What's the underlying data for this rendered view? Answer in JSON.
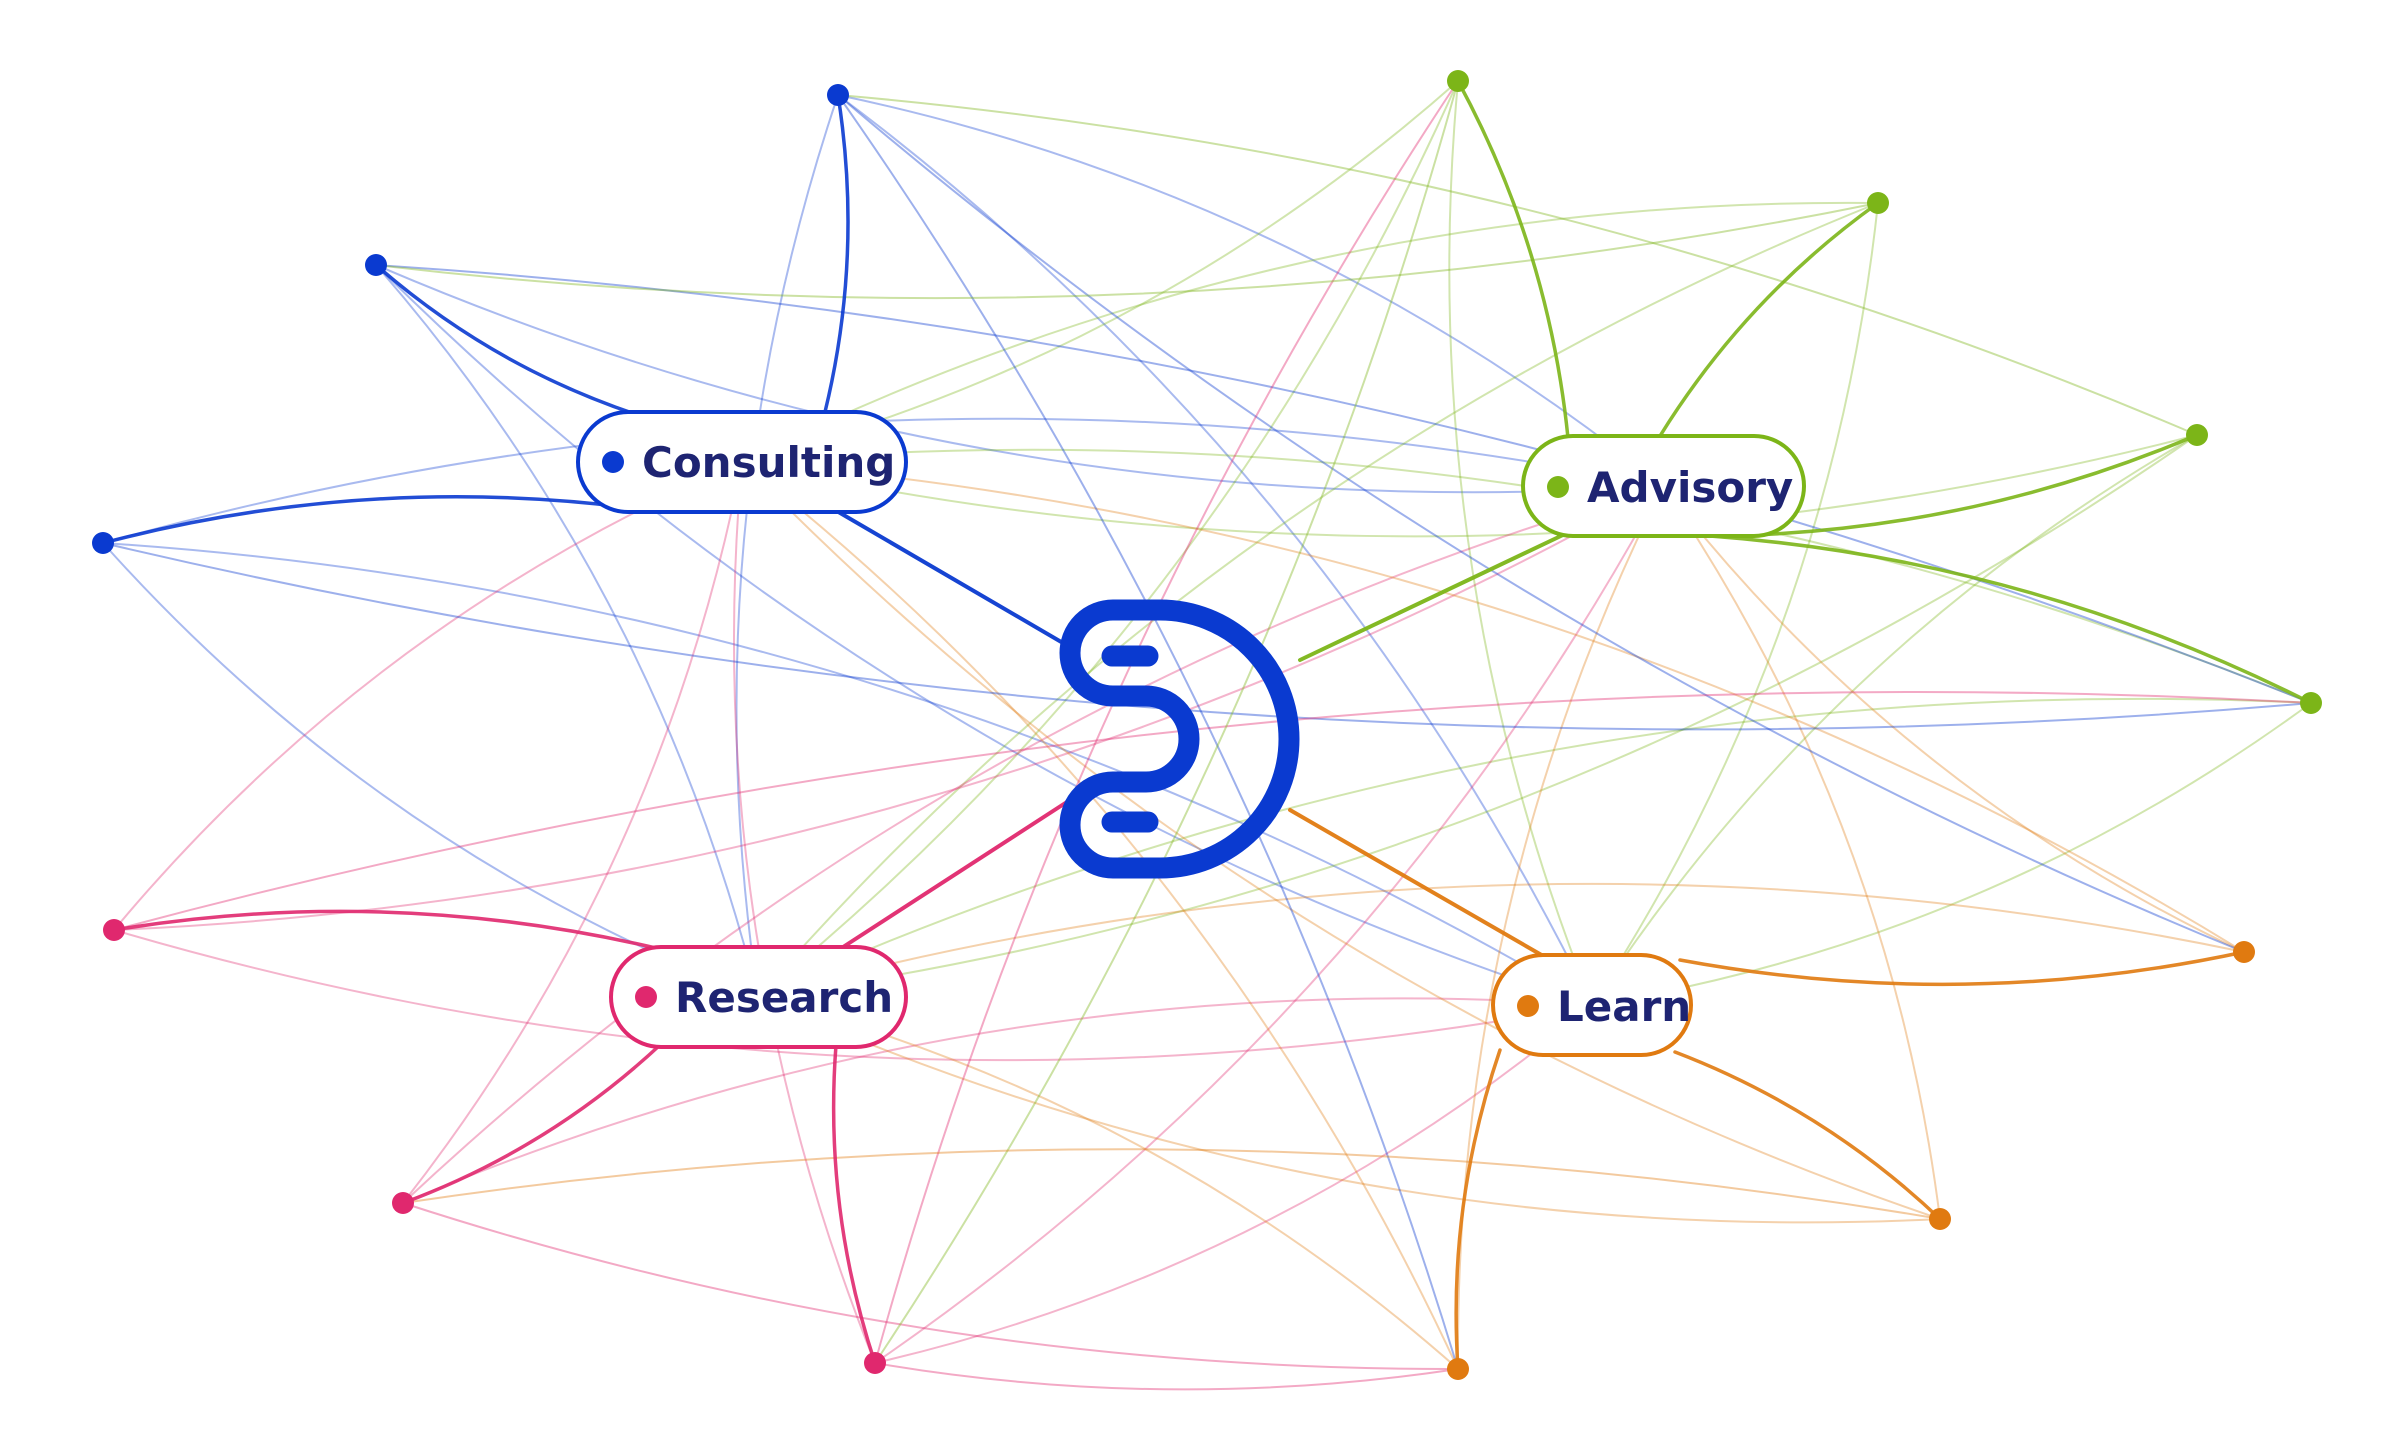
{
  "colors": {
    "consulting": "#0a3ad0",
    "advisory": "#7cb518",
    "research": "#e0286e",
    "learn": "#e07a10",
    "label_text": "#1e2472",
    "logo": "#0a3ad0"
  },
  "center_logo": {
    "name": "brand-logo",
    "glyph": "B"
  },
  "categories": [
    {
      "id": "consulting",
      "label": "Consulting",
      "color": "#0a3ad0"
    },
    {
      "id": "advisory",
      "label": "Advisory",
      "color": "#7cb518"
    },
    {
      "id": "research",
      "label": "Research",
      "color": "#e0286e"
    },
    {
      "id": "learn",
      "label": "Learn",
      "color": "#e07a10"
    }
  ]
}
